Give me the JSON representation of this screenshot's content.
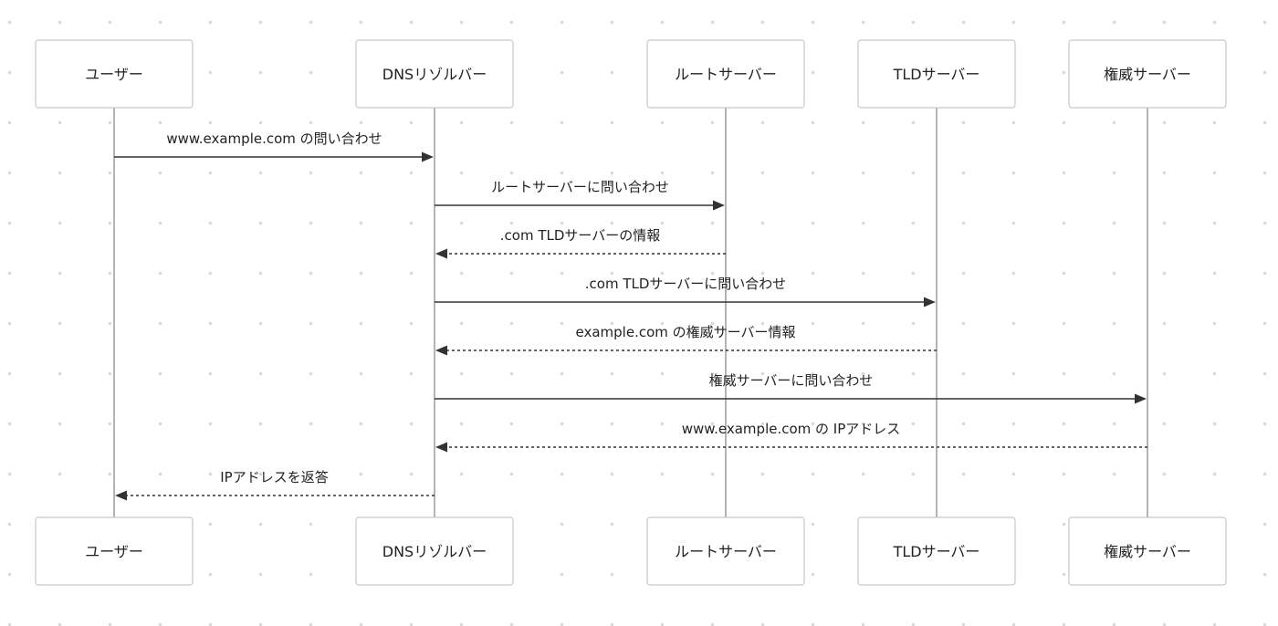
{
  "diagram": {
    "type": "sequence",
    "participants": [
      {
        "id": "user",
        "label": "ユーザー"
      },
      {
        "id": "resolver",
        "label": "DNSリゾルバー"
      },
      {
        "id": "root",
        "label": "ルートサーバー"
      },
      {
        "id": "tld",
        "label": "TLDサーバー"
      },
      {
        "id": "auth",
        "label": "権威サーバー"
      }
    ],
    "messages": [
      {
        "from": "user",
        "to": "resolver",
        "label": "www.example.com の問い合わせ",
        "style": "solid"
      },
      {
        "from": "resolver",
        "to": "root",
        "label": "ルートサーバーに問い合わせ",
        "style": "solid"
      },
      {
        "from": "root",
        "to": "resolver",
        "label": ".com TLDサーバーの情報",
        "style": "dashed"
      },
      {
        "from": "resolver",
        "to": "tld",
        "label": ".com TLDサーバーに問い合わせ",
        "style": "solid"
      },
      {
        "from": "tld",
        "to": "resolver",
        "label": "example.com の権威サーバー情報",
        "style": "dashed"
      },
      {
        "from": "resolver",
        "to": "auth",
        "label": "権威サーバーに問い合わせ",
        "style": "solid"
      },
      {
        "from": "auth",
        "to": "resolver",
        "label": "www.example.com の IPアドレス",
        "style": "dashed"
      },
      {
        "from": "resolver",
        "to": "user",
        "label": "IPアドレスを返答",
        "style": "dashed"
      }
    ]
  }
}
